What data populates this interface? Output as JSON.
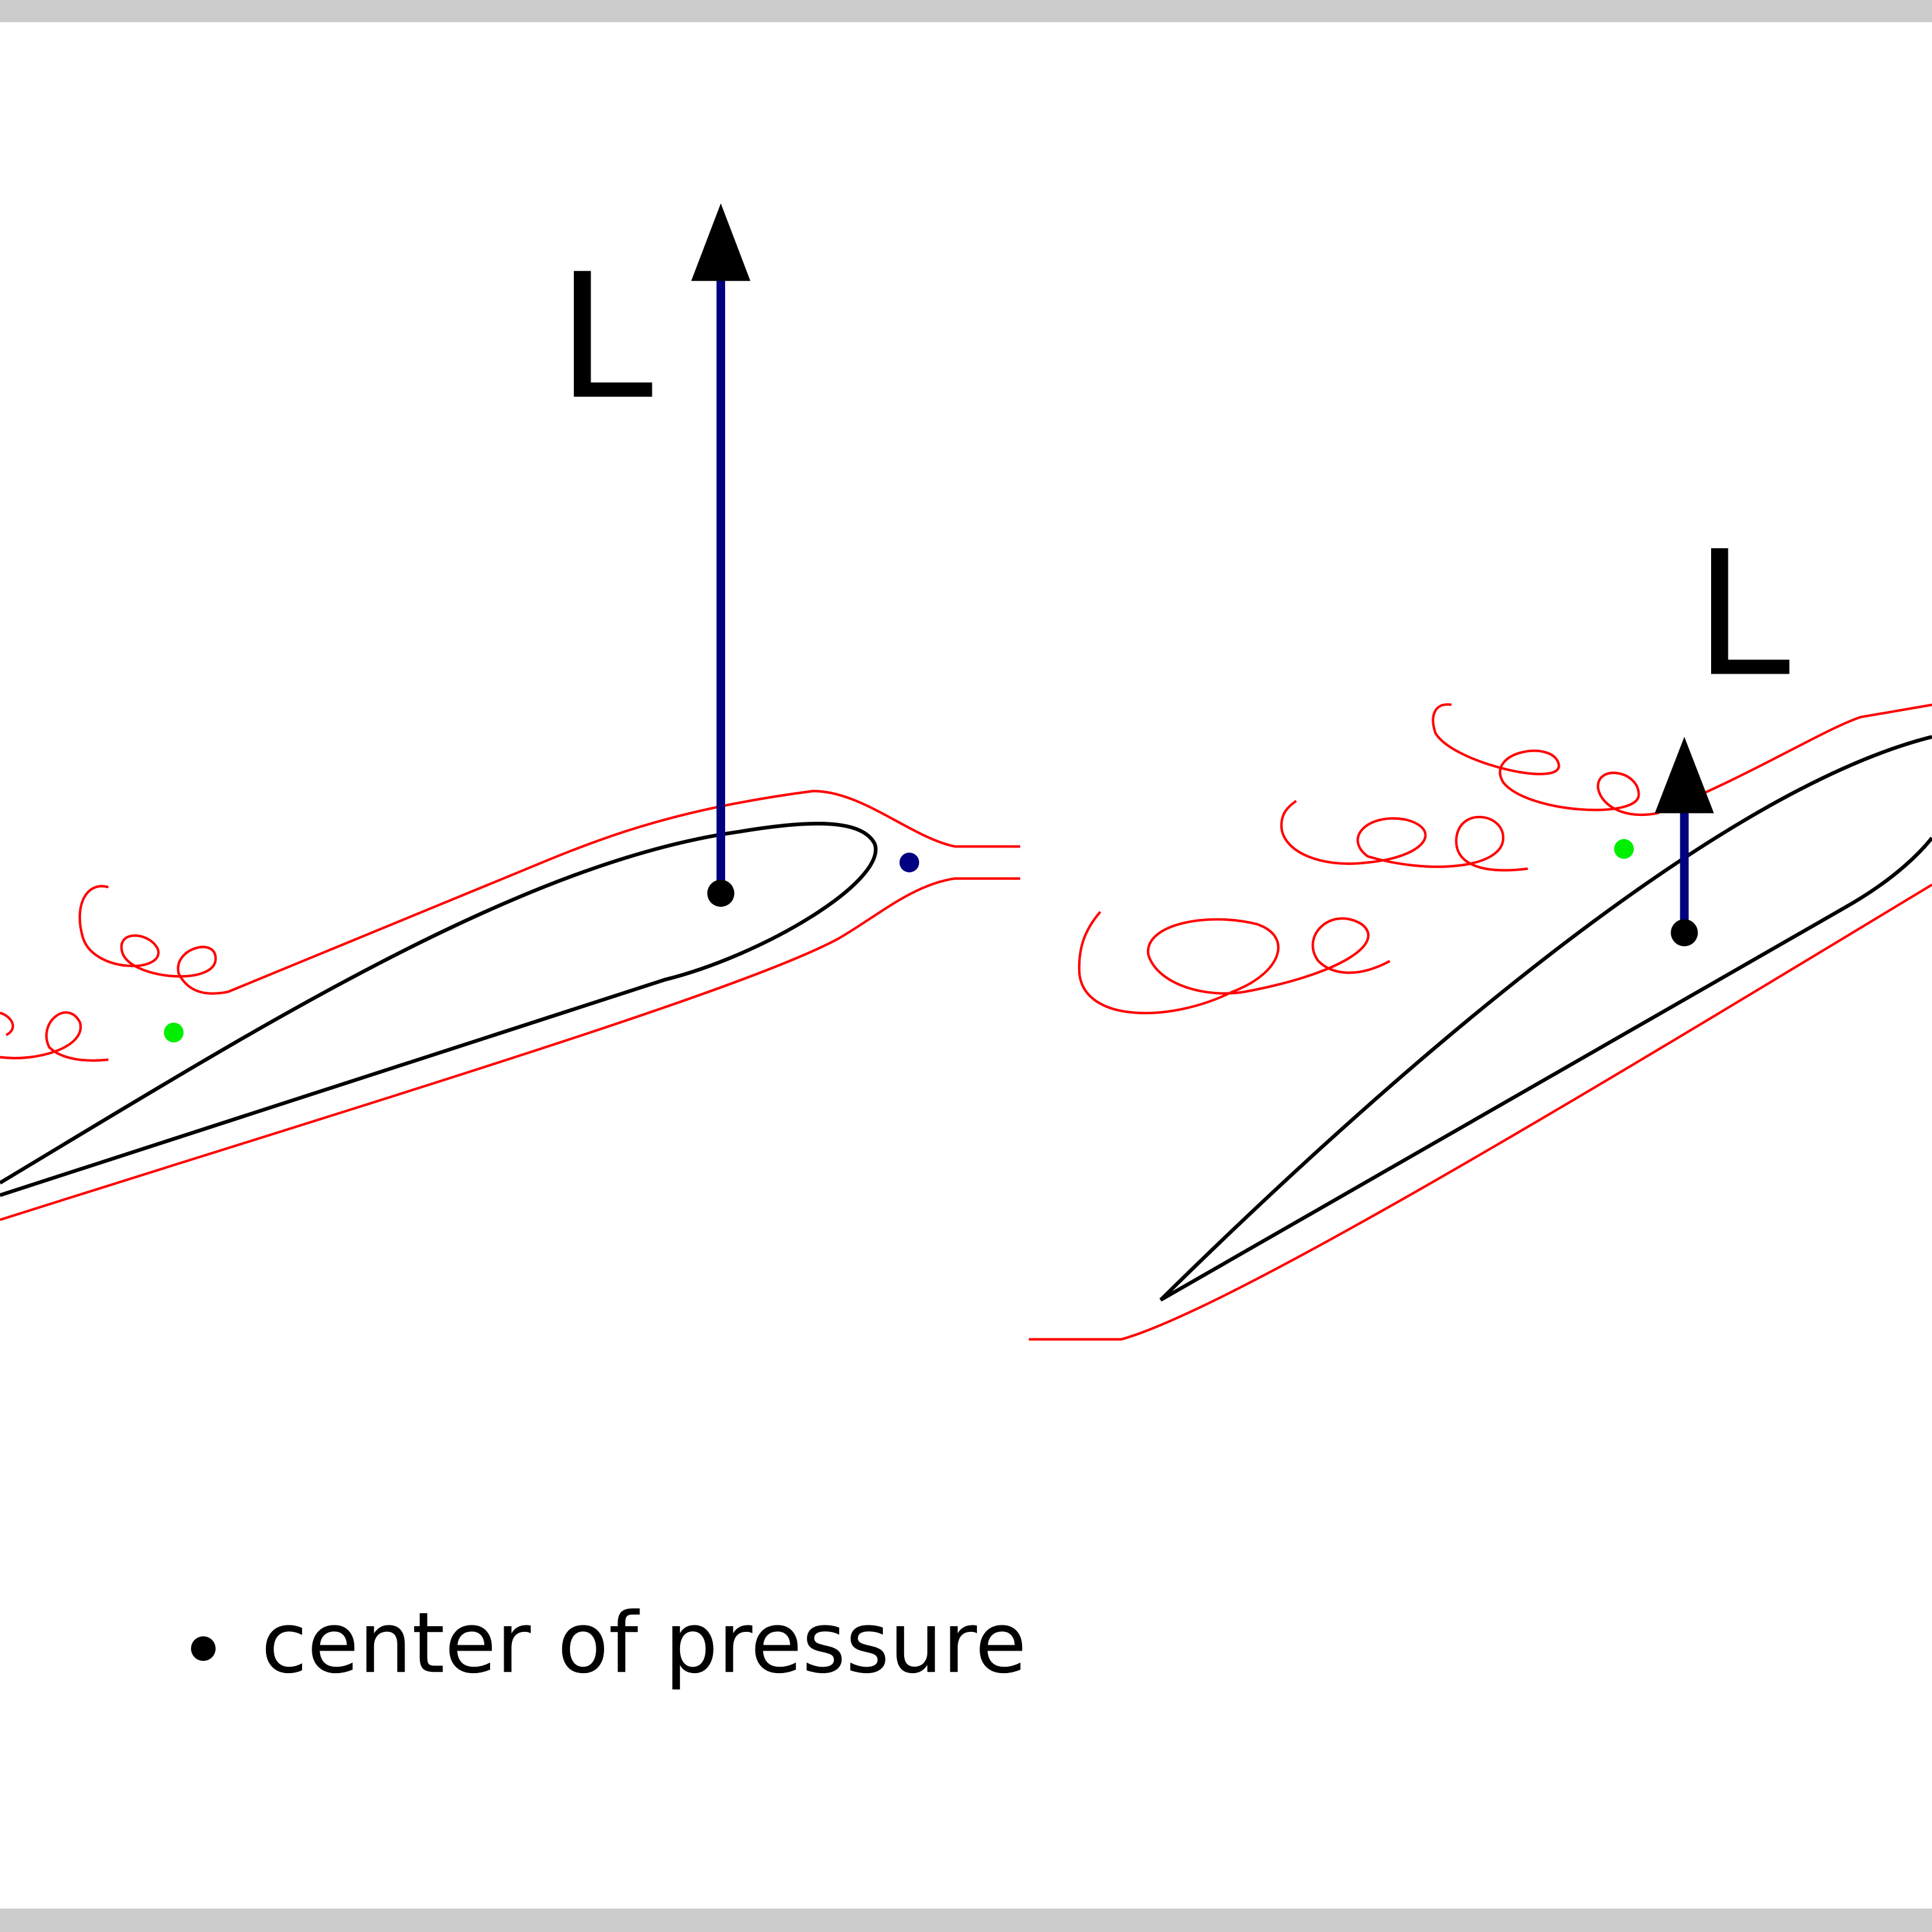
{
  "figure": {
    "left_panel": {
      "lift_label": "L"
    },
    "right_panel": {
      "lift_label": "L"
    },
    "legend": {
      "text": "center of pressure"
    }
  },
  "colors": {
    "airfoil": "#000000",
    "streamline": "#ff0000",
    "lift_vector": "#000080",
    "center_of_pressure": "#000000",
    "green_marker": "#00ee00",
    "frame_bar": "#cccccc"
  }
}
